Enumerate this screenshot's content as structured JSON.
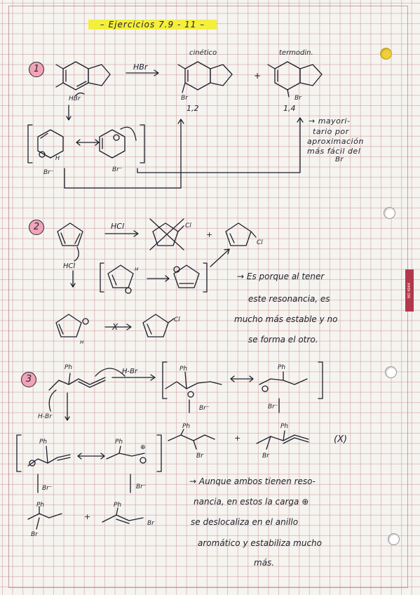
{
  "header": {
    "title": "– Ejercicios 7.9 - 11 –"
  },
  "exercise1": {
    "number": "1",
    "reagent": "HBr",
    "reagent_on_structure": "HBr",
    "kinetic_label": "cinético",
    "thermo_label": "termodin.",
    "product_kinetic_br": "Br",
    "product_thermo_br": "Br",
    "addition_12": "1,2",
    "addition_14": "1,4",
    "note_lines": [
      "→ mayori-",
      "tario por",
      "aproximación",
      "más fácil del",
      "Br"
    ],
    "intermediate_labels": {
      "h": "H",
      "br1": "Br⁻",
      "br2": "Br⁻"
    }
  },
  "exercise2": {
    "number": "2",
    "reagent": "HCl",
    "reagent_below": "HCl",
    "cl1": "Cl",
    "cl2": "Cl",
    "cl3": "Cl",
    "h1": "H",
    "h2": "H",
    "plus": "+",
    "not_formed": "X",
    "explanation_lines": [
      "→ Es porque al tener",
      "este resonancia, es",
      "mucho más estable y no",
      "se forma el otro."
    ]
  },
  "exercise3": {
    "number": "3",
    "reagent": "H-Br",
    "ph": "Ph",
    "br": "Br",
    "hbr_left": "H-Br",
    "br_minus": "Br⁻",
    "cross": "(X)",
    "plus": "+",
    "explanation_lines": [
      "→ Aunque ambos tienen reso-",
      "nancia, en estos la carga ⊕",
      "se deslocaliza en el anillo",
      "aromático y estabiliza mucho",
      "más."
    ]
  },
  "stamp": {
    "text": "NO 4044"
  }
}
